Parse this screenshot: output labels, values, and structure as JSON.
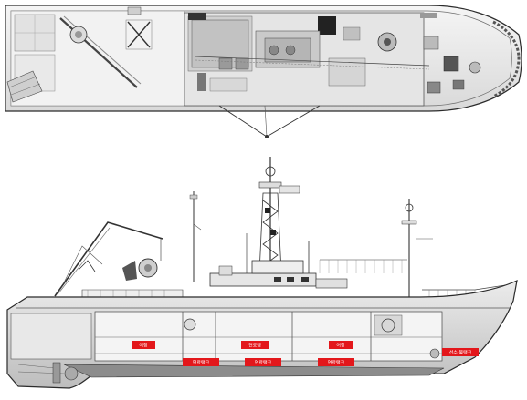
{
  "figure": {
    "views": [
      "plan-view",
      "profile-view"
    ],
    "colors": {
      "hull_line": "#2b2b2b",
      "deck_fill": "#e9e9e9",
      "deck_shadow": "#bdbdbd",
      "hull_fill": "#d7d7d7",
      "hold_fill": "#f4f4f4",
      "label_red": "#e3171b",
      "keel_dark": "#8c8c8c"
    },
    "compartment_labels": [
      {
        "id": "hold-1",
        "text": "어창"
      },
      {
        "id": "hold-2",
        "text": "연료탱"
      },
      {
        "id": "hold-3",
        "text": "어창"
      },
      {
        "id": "tank-1",
        "text": "연료탱크"
      },
      {
        "id": "tank-2",
        "text": "연료탱크"
      },
      {
        "id": "tank-3",
        "text": "연료탱크"
      },
      {
        "id": "bow-tank",
        "text": "선수 물탱크"
      }
    ]
  }
}
